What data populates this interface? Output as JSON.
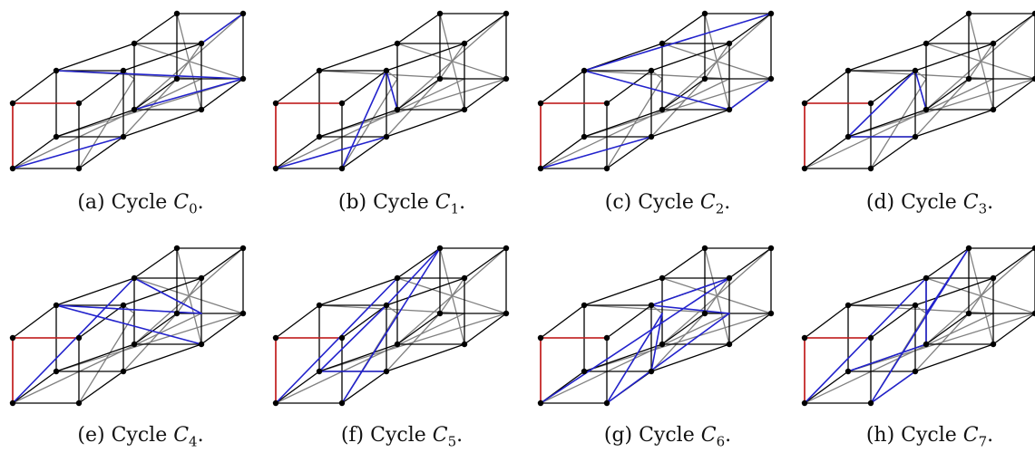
{
  "colors": {
    "edge": "#000000",
    "diagonal": "#808080",
    "base_cycle": "#d02020",
    "highlight_cycle": "#2222cc",
    "vertex": "#000000"
  },
  "panels": [
    {
      "label": "(a) Cycle ",
      "var": "C",
      "sub": "0",
      "suffix": ".",
      "blue_edges": [
        [
          1,
          3
        ],
        [
          4,
          9
        ],
        [
          9,
          10
        ],
        [
          13,
          14
        ]
      ]
    },
    {
      "label": "(b) Cycle ",
      "var": "C",
      "sub": "1",
      "suffix": ".",
      "blue_edges": [
        [
          5,
          10
        ],
        [
          5,
          15
        ],
        [
          13,
          14
        ]
      ]
    },
    {
      "label": "(c) Cycle ",
      "var": "C",
      "sub": "2",
      "suffix": ".",
      "blue_edges": [
        [
          1,
          4
        ],
        [
          4,
          11
        ],
        [
          9,
          11
        ],
        [
          13,
          14
        ]
      ]
    },
    {
      "label": "(d) Cycle ",
      "var": "C",
      "sub": "3",
      "suffix": ".",
      "blue_edges": [
        [
          5,
          10
        ],
        [
          5,
          12
        ],
        [
          12,
          13
        ]
      ]
    },
    {
      "label": "(e) Cycle ",
      "var": "C",
      "sub": "4",
      "suffix": ".",
      "blue_edges": [
        [
          2,
          14
        ],
        [
          2,
          17
        ],
        [
          4,
          17
        ],
        [
          4,
          11
        ]
      ]
    },
    {
      "label": "(f) Cycle ",
      "var": "C",
      "sub": "5",
      "suffix": ".",
      "blue_edges": [
        [
          2,
          14
        ],
        [
          0,
          15
        ],
        [
          0,
          5
        ],
        [
          5,
          12
        ],
        [
          12,
          13
        ]
      ]
    },
    {
      "label": "(g) Cycle ",
      "var": "C",
      "sub": "6",
      "suffix": ".",
      "blue_edges": [
        [
          3,
          14
        ],
        [
          3,
          5
        ],
        [
          5,
          17
        ],
        [
          17,
          15
        ],
        [
          15,
          16
        ],
        [
          16,
          13
        ]
      ]
    },
    {
      "label": "(h) Cycle ",
      "var": "C",
      "sub": "7",
      "suffix": ".",
      "blue_edges": [
        [
          2,
          14
        ],
        [
          2,
          10
        ],
        [
          10,
          12
        ],
        [
          0,
          16
        ],
        [
          0,
          15
        ],
        [
          15,
          13
        ]
      ]
    }
  ]
}
